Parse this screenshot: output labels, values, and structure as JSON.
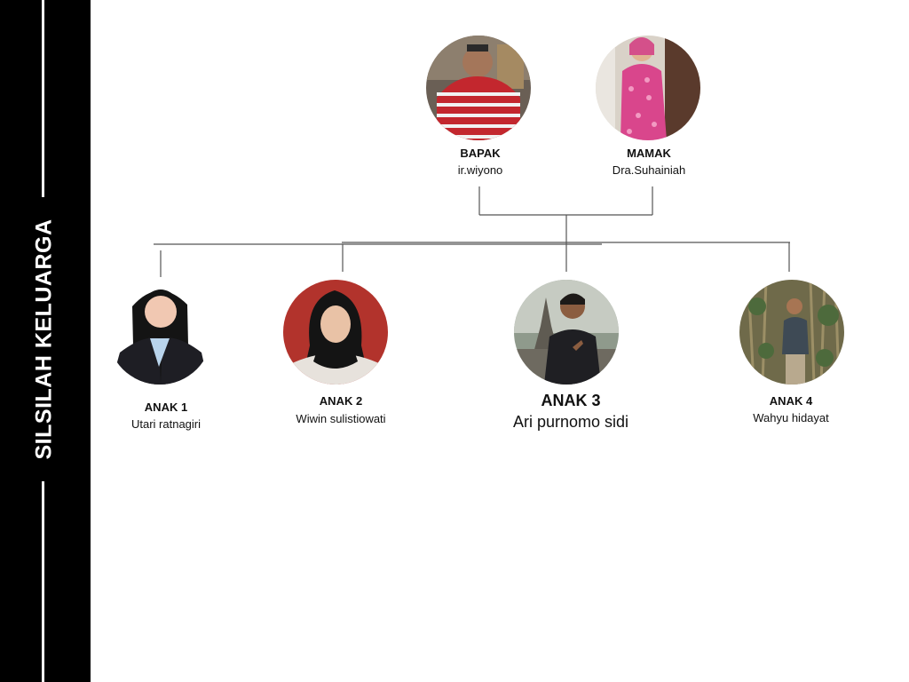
{
  "sidebar": {
    "title": "SILSILAH KELUARGA"
  },
  "parents": [
    {
      "role": "BAPAK",
      "name": "ir.wiyono",
      "icon": "father-photo-icon"
    },
    {
      "role": "MAMAK",
      "name": "Dra.Suhainiah",
      "icon": "mother-photo-icon"
    }
  ],
  "children": [
    {
      "role": "ANAK 1",
      "name": "Utari ratnagiri",
      "icon": "child1-photo-icon"
    },
    {
      "role": "ANAK 2",
      "name": "Wiwin sulistiowati",
      "icon": "child2-photo-icon"
    },
    {
      "role": "ANAK 3",
      "name": "Ari purnomo sidi",
      "icon": "child3-photo-icon"
    },
    {
      "role": "ANAK 4",
      "name": "Wahyu hidayat",
      "icon": "child4-photo-icon"
    }
  ],
  "colors": {
    "sidebar": "#000000",
    "line": "#555555",
    "text": "#111111"
  }
}
